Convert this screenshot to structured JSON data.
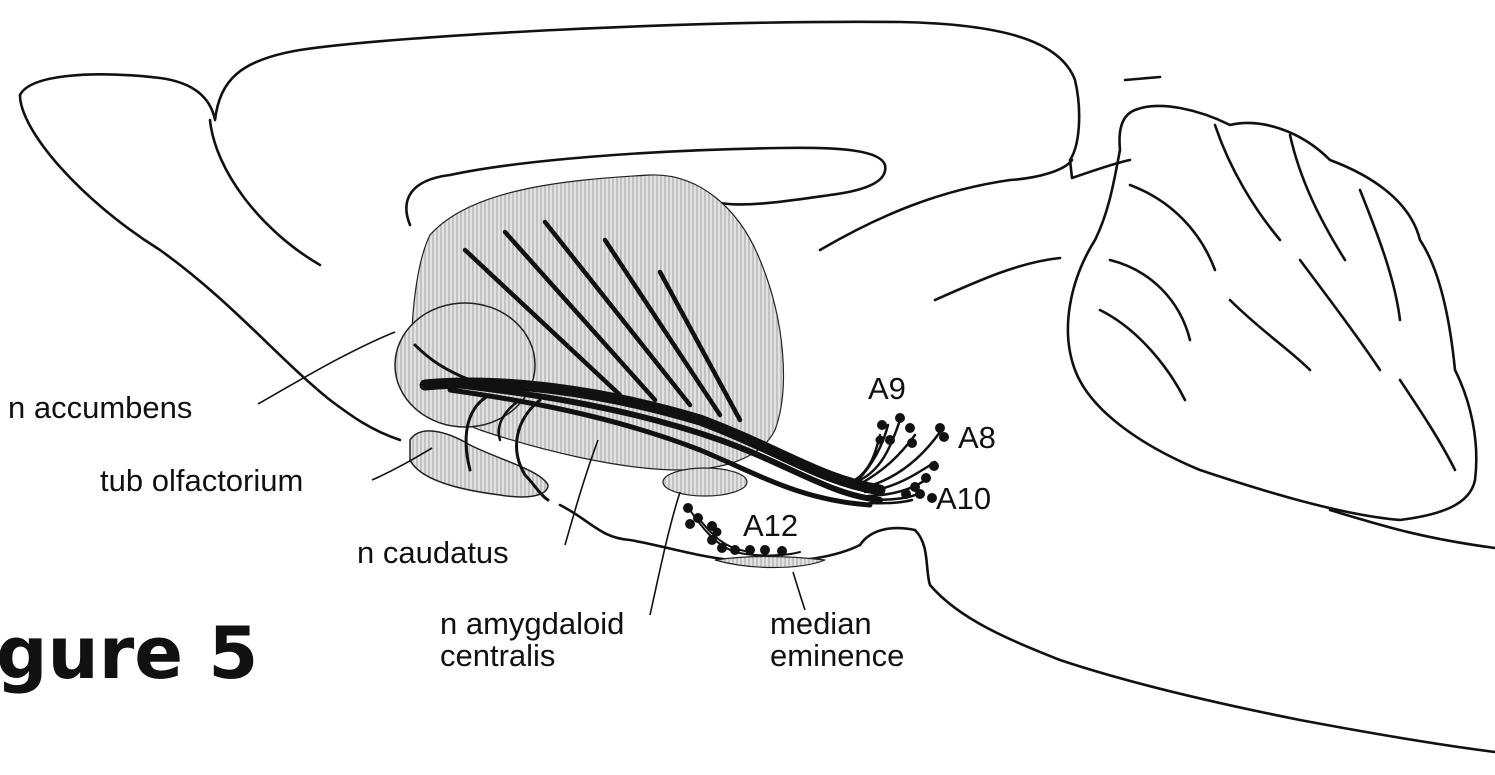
{
  "figure": {
    "title": "gure  5"
  },
  "labels": {
    "n_accumbens": "n accumbens",
    "tub_olfactorium": "tub olfactorium",
    "n_caudatus": "n caudatus",
    "n_amygdaloid_line1": "n amygdaloid",
    "n_amygdaloid_line2": "centralis",
    "median_line1": "median",
    "median_line2": "eminence",
    "a9": "A9",
    "a8": "A8",
    "a10": "A10",
    "a12": "A12"
  },
  "colors": {
    "ink": "#111111",
    "shade": "#d6d6d6",
    "background": "#ffffff"
  }
}
